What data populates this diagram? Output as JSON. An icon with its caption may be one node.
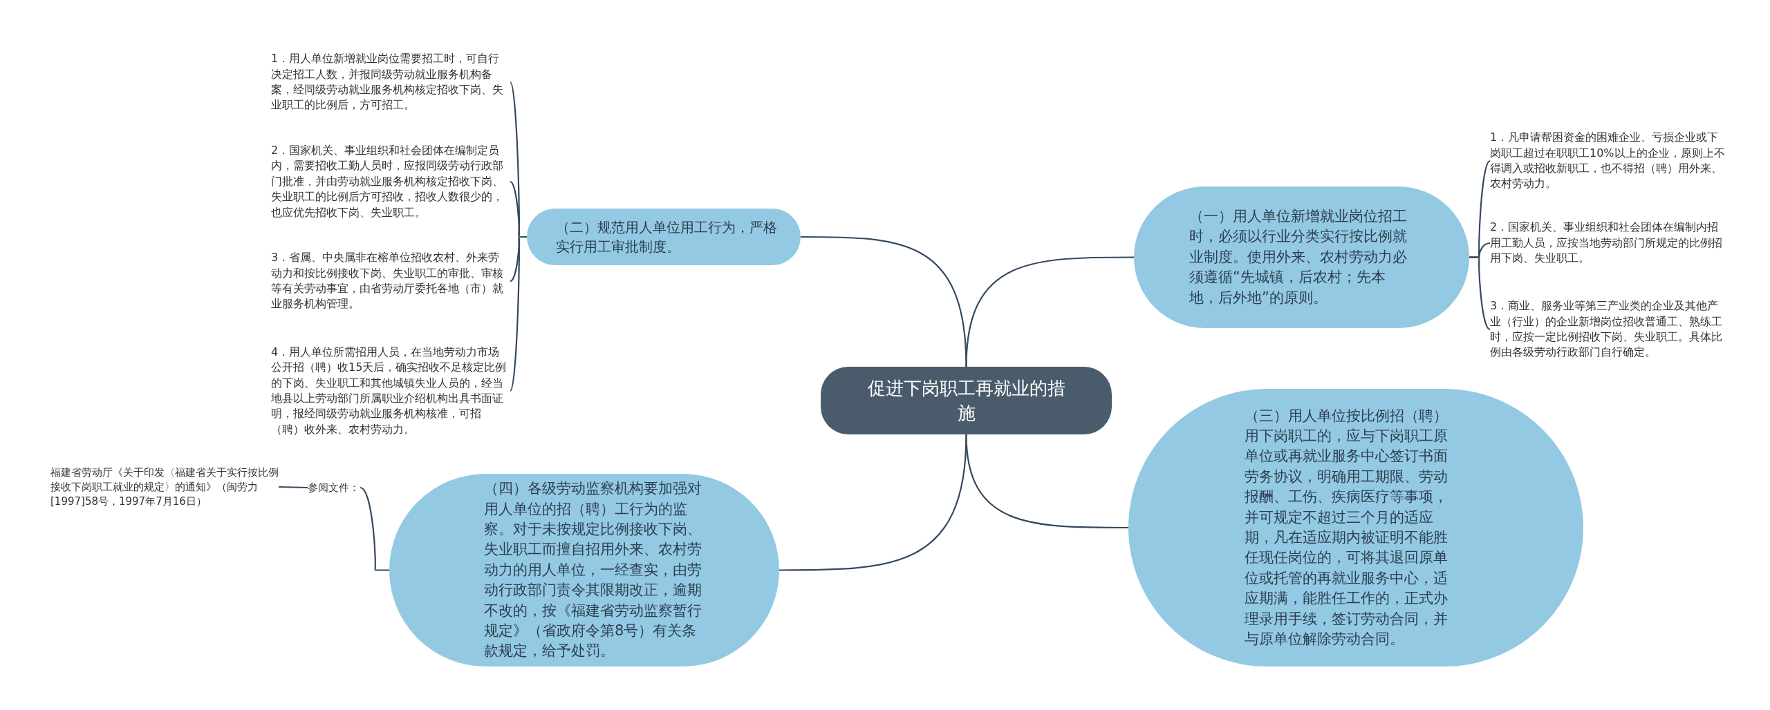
{
  "diagram": {
    "nodes": [
      {
        "text": [
          "促进下岗职工再就业的措施"
        ]
      },
      {
        "text": [
          "（二）规范用人单位用工行为，严格实行用工审批制度。"
        ]
      },
      {
        "text": [
          "1．用人单位新增就业岗位需要招工时，可自行决定招工人数，并报同级劳动就业服务机构备案，经同级劳动就业服务机构核定招收下岗、失业职工的比例后，方可招工。"
        ]
      },
      {
        "text": [
          "2．国家机关、事业组织和社会团体在编制定员内，需要招收工勤人员时，应报同级劳动行政部门批准，并由劳动就业服务机构核定招收下岗、失业职工的比例后方可招收，招收人数很少的，也应优先招收下岗、失业职工。"
        ]
      },
      {
        "text": [
          "3．省属、中央属非在榕单位招收农村、外来劳动力和按比例接收下岗、失业职工的审批、审核等有关劳动事宜，由省劳动厅委托各地（市）就业服务机构管理。"
        ]
      },
      {
        "text": [
          "4．用人单位所需招用人员，在当地劳动力市场公开招（聘）收15天后，确实招收不足核定比例的下岗、失业职工和其他城镇失业人员的，经当地县以上劳动部门所属职业介绍机构出具书面证明，报经同级劳动就业服务机构核准，可招（聘）收外来、农村劳动力。"
        ]
      },
      {
        "text": [
          "（一）用人单位新增就业岗位招工时，必须以行业分类实行按比例就业制度。使用外来、农村劳动力必须遵循“先城镇，后农村；先本地，后外地”的原则。"
        ]
      },
      {
        "text": [
          "1．凡申请帮困资金的困难企业、亏损企业或下岗职工超过在职职工10%以上的企业，原则上不得调入或招收新职工，也不得招（聘）用外来、农村劳动力。"
        ]
      },
      {
        "text": [
          "2．国家机关、事业组织和社会团体在编制内招用工勤人员，应按当地劳动部门所规定的比例招用下岗、失业职工。"
        ]
      },
      {
        "text": [
          "3．商业、服务业等第三产业类的企业及其他产业（行业）的企业新增岗位招收普通工、熟练工时，应按一定比例招收下岗、失业职工。具体比例由各级劳动行政部门自行确定。"
        ]
      },
      {
        "text": [
          "（三）用人单位按比例招（聘）用下岗职工的，应与下岗职工原单位或再就业服务中心签订书面劳务协议，明确用工期限、劳动报酬、工伤、疾病医疗等事项，并可规定不超过三个月的适应期，凡在适应期内被证明不能胜任现任岗位的，可将其退回原单位或托管的再就业服务中心，适应期满，能胜任工作的，正式办理录用手续，签订劳动合同，并与原单位解除劳动合同。"
        ]
      },
      {
        "text": [
          "（四）各级劳动监察机构要加强对用人单位的招（聘）工行为的监察。对于未按规定比例接收下岗、失业职工而擅自招用外来、农村劳动力的用人单位，一经查实，由劳动行政部门责令其限期改正，逾期不改的，按《福建省劳动监察暂行规定》（省政府令第8号）有关条款规定，给予处罚。"
        ]
      },
      {
        "text": [
          "参阅文件："
        ]
      },
      {
        "text": [
          "福建省劳动厅《关于印发〈福建省关于实行按比例接收下岗职工就业的规定〉的通知》（闽劳力[1997]58号，1997年7月16日）"
        ]
      }
    ],
    "edges": [
      {
        "from": 0,
        "to": 1,
        "arrow": "none"
      },
      {
        "from": 1,
        "to": 2,
        "arrow": "none"
      },
      {
        "from": 1,
        "to": 3,
        "arrow": "none"
      },
      {
        "from": 1,
        "to": 4,
        "arrow": "none"
      },
      {
        "from": 1,
        "to": 5,
        "arrow": "none"
      },
      {
        "from": 0,
        "to": 6,
        "arrow": "none"
      },
      {
        "from": 6,
        "to": 7,
        "arrow": "none"
      },
      {
        "from": 6,
        "to": 8,
        "arrow": "none"
      },
      {
        "from": 6,
        "to": 9,
        "arrow": "none"
      },
      {
        "from": 0,
        "to": 10,
        "arrow": "none"
      },
      {
        "from": 0,
        "to": 11,
        "arrow": "none"
      },
      {
        "from": 11,
        "to": 12,
        "arrow": "none"
      },
      {
        "from": 12,
        "to": 13,
        "arrow": "none"
      }
    ]
  }
}
